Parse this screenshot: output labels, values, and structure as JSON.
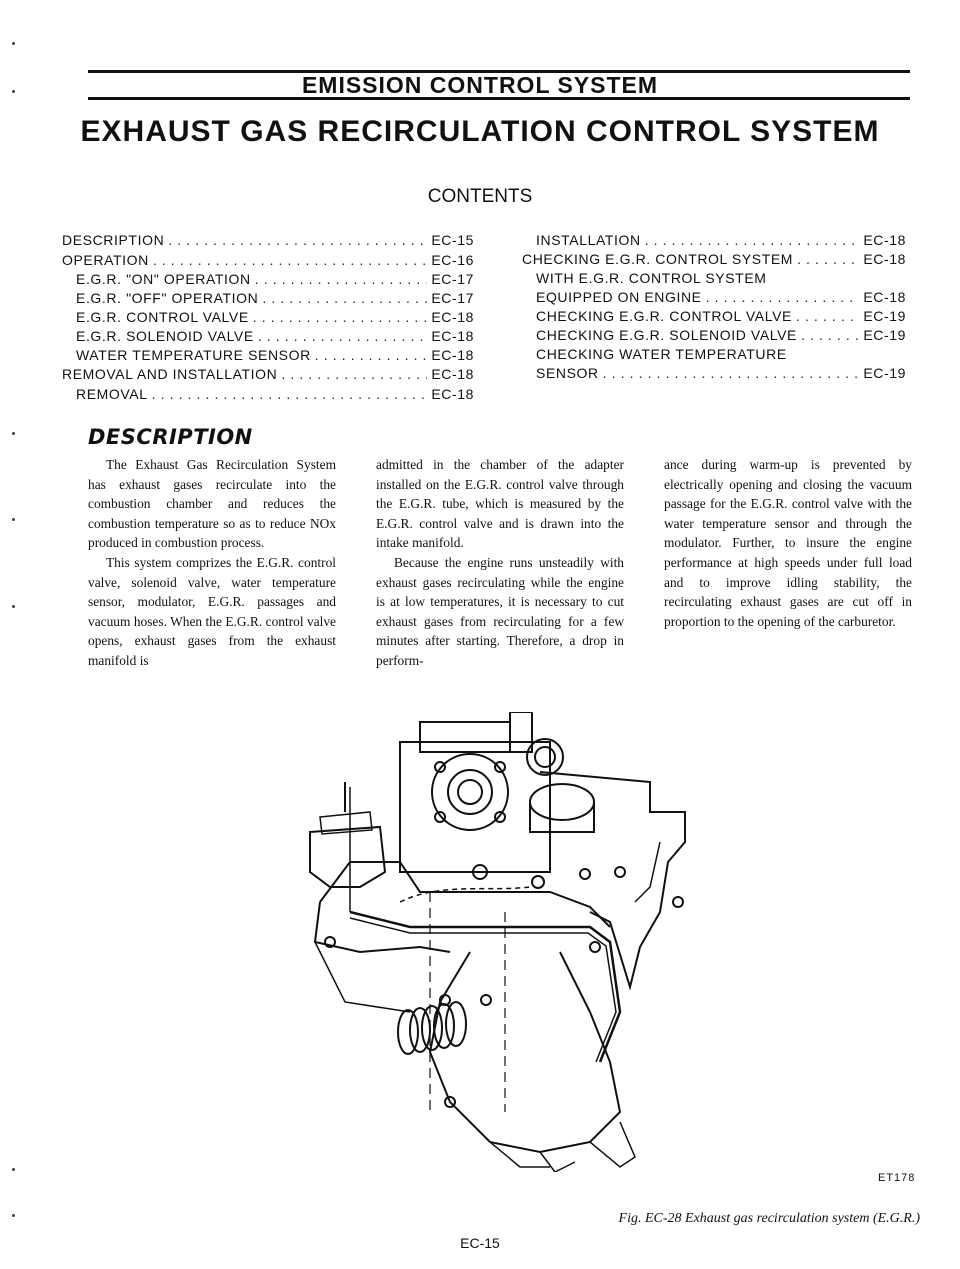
{
  "header": {
    "section": "EMISSION CONTROL SYSTEM"
  },
  "title": "EXHAUST GAS RECIRCULATION CONTROL SYSTEM",
  "contents": {
    "heading": "CONTENTS",
    "left": [
      {
        "label": "DESCRIPTION",
        "page": "EC-15"
      },
      {
        "label": "OPERATION",
        "page": "EC-16"
      },
      {
        "label": "E.G.R. \"ON\" OPERATION",
        "page": "EC-17"
      },
      {
        "label": "E.G.R. \"OFF\" OPERATION",
        "page": "EC-17"
      },
      {
        "label": "E.G.R. CONTROL VALVE",
        "page": "EC-18"
      },
      {
        "label": "E.G.R. SOLENOID VALVE",
        "page": "EC-18"
      },
      {
        "label": "WATER TEMPERATURE SENSOR",
        "page": "EC-18"
      },
      {
        "label": "REMOVAL AND INSTALLATION",
        "page": "EC-18"
      },
      {
        "label": "REMOVAL",
        "page": "EC-18"
      }
    ],
    "right": [
      {
        "label": "INSTALLATION",
        "page": "EC-18"
      },
      {
        "label": "CHECKING E.G.R. CONTROL SYSTEM",
        "page": "EC-18"
      },
      {
        "label": "WITH E.G.R. CONTROL SYSTEM",
        "page": ""
      },
      {
        "label": "EQUIPPED ON ENGINE",
        "page": "EC-18"
      },
      {
        "label": "CHECKING E.G.R. CONTROL VALVE",
        "page": "EC-19"
      },
      {
        "label": "CHECKING E.G.R. SOLENOID VALVE",
        "page": "EC-19"
      },
      {
        "label": "CHECKING WATER TEMPERATURE",
        "page": ""
      },
      {
        "label": "SENSOR",
        "page": "EC-19"
      }
    ]
  },
  "description": {
    "heading": "DESCRIPTION",
    "col1_p1": "The Exhaust Gas Recirculation System has exhaust gases recirculate into the combustion chamber and reduces the combustion temperature so as to reduce NOx produced in combustion process.",
    "col1_p2": "This system comprizes the E.G.R. control valve, solenoid valve, water temperature sensor, modulator, E.G.R. passages and vacuum hoses. When the E.G.R. control valve opens, exhaust gases from the exhaust manifold is",
    "col2_p1": "admitted in the chamber of the adapter installed on the E.G.R. control valve through the E.G.R. tube, which is measured by the E.G.R. control valve and is drawn into the intake manifold.",
    "col2_p2": "Because the engine runs unsteadily with exhaust gases recirculating while the engine is at low temperatures, it is necessary to cut exhaust gases from recirculating for a few minutes after starting. Therefore, a drop in perform-",
    "col3_p1": "ance during warm-up is prevented by electrically opening and closing the vacuum passage for the E.G.R. control valve with the water temperature sensor and through the modulator. Further, to insure the engine performance at high speeds under full load and to improve idling stability, the recirculating exhaust gases are cut off in proportion to the opening of the carburetor."
  },
  "figure": {
    "code": "ET178",
    "caption": "Fig. EC-28 Exhaust gas recirculation system (E.G.R.)"
  },
  "page_number": "EC-15"
}
